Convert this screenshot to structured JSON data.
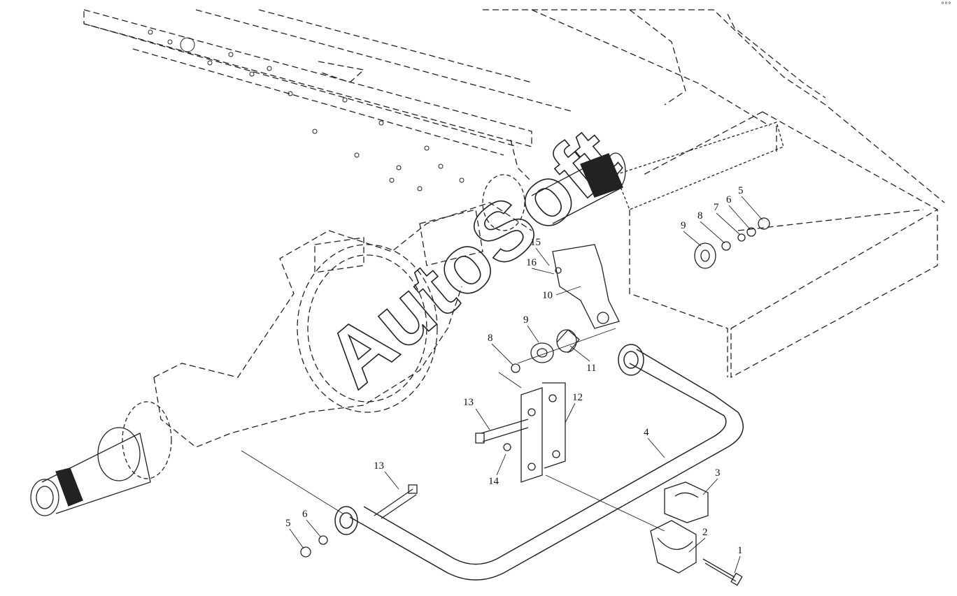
{
  "watermark": "AutoSoft",
  "corner_mark": "°°°",
  "callouts": [
    {
      "id": "c1",
      "text": "1"
    },
    {
      "id": "c2",
      "text": "2"
    },
    {
      "id": "c3",
      "text": "3"
    },
    {
      "id": "c4",
      "text": "4"
    },
    {
      "id": "c5a",
      "text": "5"
    },
    {
      "id": "c5b",
      "text": "5"
    },
    {
      "id": "c6a",
      "text": "6"
    },
    {
      "id": "c6b",
      "text": "6"
    },
    {
      "id": "c7",
      "text": "7"
    },
    {
      "id": "c8a",
      "text": "8"
    },
    {
      "id": "c8b",
      "text": "8"
    },
    {
      "id": "c9a",
      "text": "9"
    },
    {
      "id": "c9b",
      "text": "9"
    },
    {
      "id": "c10",
      "text": "10"
    },
    {
      "id": "c11",
      "text": "11"
    },
    {
      "id": "c12",
      "text": "12"
    },
    {
      "id": "c13a",
      "text": "13"
    },
    {
      "id": "c13b",
      "text": "13"
    },
    {
      "id": "c14",
      "text": "14"
    },
    {
      "id": "c15",
      "text": "15"
    },
    {
      "id": "c16",
      "text": "16"
    }
  ]
}
